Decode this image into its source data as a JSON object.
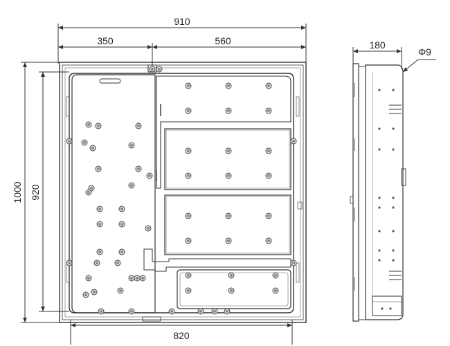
{
  "dimensions": {
    "overall_width": "910",
    "left_section": "350",
    "right_section": "560",
    "overall_height": "1000",
    "inner_height": "920",
    "inner_width": "820",
    "depth": "180",
    "hole_diameter": "Φ9"
  },
  "colors": {
    "line": "#333333",
    "light_line": "#666666",
    "hole_fill": "#888888",
    "hole_ring": "#444444"
  }
}
